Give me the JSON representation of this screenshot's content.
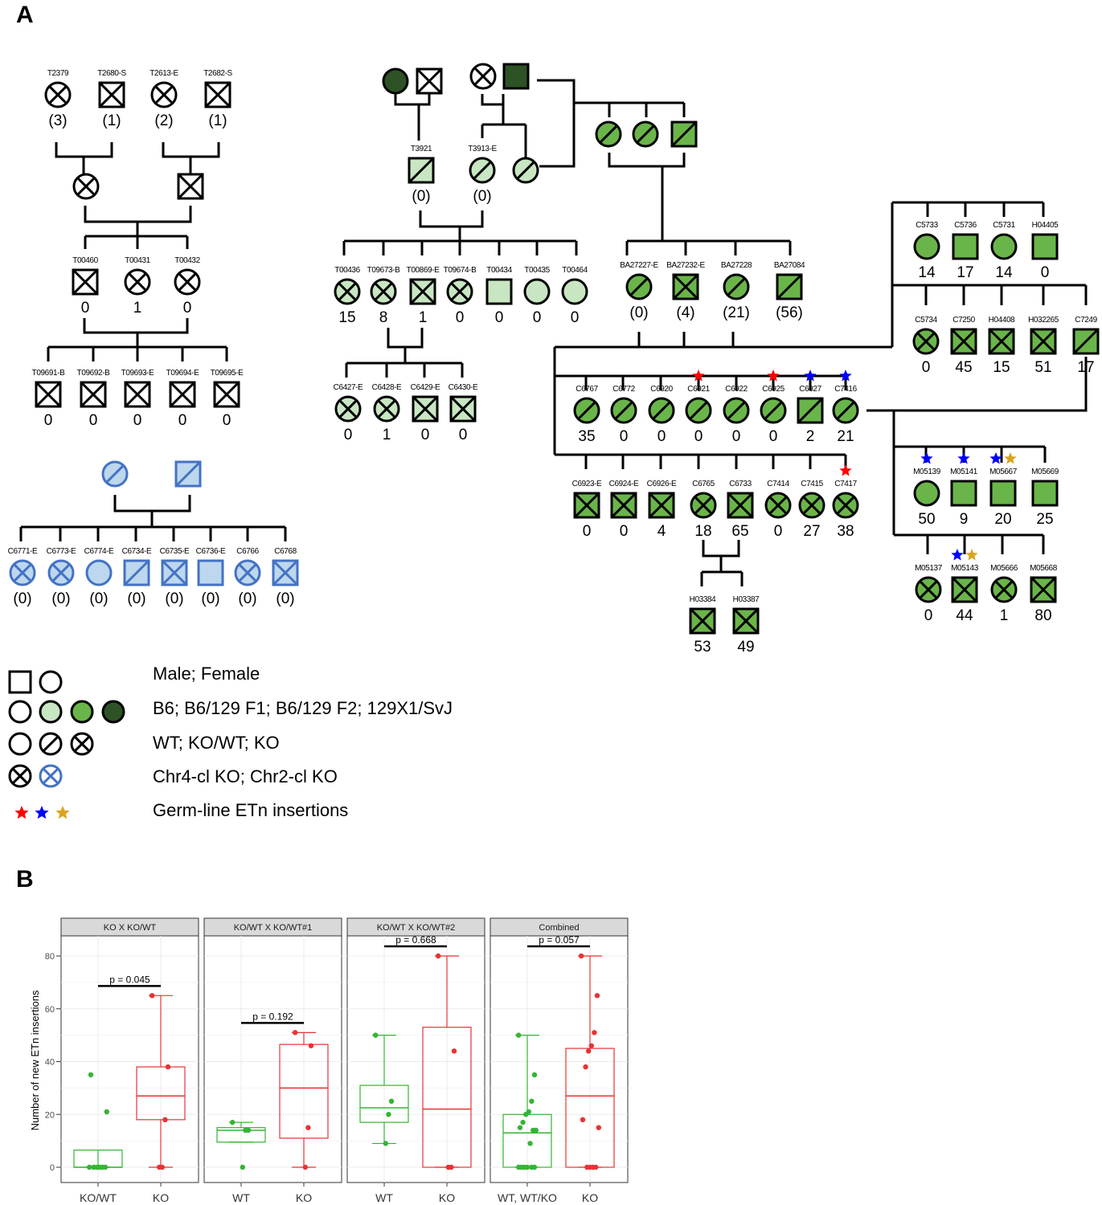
{
  "panels": {
    "a": "A",
    "b": "B"
  },
  "colors": {
    "b6": "#ffffff",
    "f1": "#c8e6c2",
    "f2": "#6ab54a",
    "sv129": "#2d5226",
    "stroke_black": "#000000",
    "stroke_blue": "#4472c4",
    "blue_fill": "#bdd7ee",
    "star_red": "#ff0000",
    "star_blue": "#0000ff",
    "star_gold": "#daa520",
    "wt_series": "#33b533",
    "ko_series": "#e83232"
  },
  "legend": {
    "sex": "Male; Female",
    "strain": "B6; B6/129 F1; B6/129 F2; 129X1/SvJ",
    "genotype": "WT; KO/WT; KO",
    "cluster": "Chr4-cl KO; Chr2-cl KO",
    "insertions": "Germ-line ETn insertions"
  },
  "pedigree_nodes": [
    {
      "id": "T2379",
      "shape": "circle",
      "fill": "b6",
      "geno": "ko",
      "count": "(3)"
    },
    {
      "id": "T2680-S",
      "shape": "square",
      "fill": "b6",
      "geno": "ko",
      "count": "(1)"
    },
    {
      "id": "T2613-E",
      "shape": "circle",
      "fill": "b6",
      "geno": "ko",
      "count": "(2)"
    },
    {
      "id": "T2682-S",
      "shape": "square",
      "fill": "b6",
      "geno": "ko",
      "count": "(1)"
    },
    {
      "id": "",
      "shape": "circle",
      "fill": "b6",
      "geno": "ko",
      "count": ""
    },
    {
      "id": "",
      "shape": "square",
      "fill": "b6",
      "geno": "ko",
      "count": ""
    },
    {
      "id": "T00460",
      "shape": "square",
      "fill": "b6",
      "geno": "ko",
      "count": "0"
    },
    {
      "id": "T00431",
      "shape": "circle",
      "fill": "b6",
      "geno": "ko",
      "count": "1"
    },
    {
      "id": "T00432",
      "shape": "circle",
      "fill": "b6",
      "geno": "ko",
      "count": "0"
    },
    {
      "id": "T09691-B",
      "shape": "square",
      "fill": "b6",
      "geno": "ko",
      "count": "0"
    },
    {
      "id": "T09692-B",
      "shape": "square",
      "fill": "b6",
      "geno": "ko",
      "count": "0"
    },
    {
      "id": "T09693-E",
      "shape": "square",
      "fill": "b6",
      "geno": "ko",
      "count": "0"
    },
    {
      "id": "T09694-E",
      "shape": "square",
      "fill": "b6",
      "geno": "ko",
      "count": "0"
    },
    {
      "id": "T09695-E",
      "shape": "square",
      "fill": "b6",
      "geno": "ko",
      "count": "0"
    },
    {
      "id": "",
      "shape": "circle",
      "fill": "blue",
      "geno": "het",
      "count": "",
      "blue": true
    },
    {
      "id": "",
      "shape": "square",
      "fill": "blue",
      "geno": "het",
      "count": "",
      "blue": true
    },
    {
      "id": "C6771-E",
      "shape": "circle",
      "fill": "blue",
      "geno": "ko",
      "count": "(0)",
      "blue": true
    },
    {
      "id": "C6773-E",
      "shape": "circle",
      "fill": "blue",
      "geno": "ko",
      "count": "(0)",
      "blue": true
    },
    {
      "id": "C6774-E",
      "shape": "circle",
      "fill": "blue",
      "geno": "wt",
      "count": "(0)",
      "blue": true
    },
    {
      "id": "C6734-E",
      "shape": "square",
      "fill": "blue",
      "geno": "het",
      "count": "(0)",
      "blue": true
    },
    {
      "id": "C6735-E",
      "shape": "square",
      "fill": "blue",
      "geno": "ko",
      "count": "(0)",
      "blue": true
    },
    {
      "id": "C6736-E",
      "shape": "square",
      "fill": "blue",
      "geno": "wt",
      "count": "(0)",
      "blue": true
    },
    {
      "id": "C6766",
      "shape": "circle",
      "fill": "blue",
      "geno": "ko",
      "count": "(0)",
      "blue": true
    },
    {
      "id": "C6768",
      "shape": "square",
      "fill": "blue",
      "geno": "ko",
      "count": "(0)",
      "blue": true
    },
    {
      "id": "",
      "shape": "circle",
      "fill": "sv129",
      "geno": "wt",
      "count": ""
    },
    {
      "id": "",
      "shape": "square",
      "fill": "b6",
      "geno": "ko",
      "count": ""
    },
    {
      "id": "",
      "shape": "circle",
      "fill": "b6",
      "geno": "ko",
      "count": ""
    },
    {
      "id": "",
      "shape": "square",
      "fill": "sv129",
      "geno": "wt",
      "count": ""
    },
    {
      "id": "T3921",
      "shape": "square",
      "fill": "f1",
      "geno": "het",
      "count": "(0)"
    },
    {
      "id": "T3913-E",
      "shape": "circle",
      "fill": "f1",
      "geno": "het",
      "count": "(0)"
    },
    {
      "id": "",
      "shape": "circle",
      "fill": "f1",
      "geno": "het",
      "count": ""
    },
    {
      "id": "",
      "shape": "circle",
      "fill": "f2",
      "geno": "het",
      "count": ""
    },
    {
      "id": "",
      "shape": "circle",
      "fill": "f2",
      "geno": "het",
      "count": ""
    },
    {
      "id": "",
      "shape": "square",
      "fill": "f2",
      "geno": "het",
      "count": ""
    },
    {
      "id": "T00436",
      "shape": "circle",
      "fill": "f1",
      "geno": "ko",
      "count": "15"
    },
    {
      "id": "T09673-B",
      "shape": "circle",
      "fill": "f1",
      "geno": "ko",
      "count": "8"
    },
    {
      "id": "T00869-E",
      "shape": "square",
      "fill": "f1",
      "geno": "ko",
      "count": "1"
    },
    {
      "id": "T09674-B",
      "shape": "circle",
      "fill": "f1",
      "geno": "ko",
      "count": "0"
    },
    {
      "id": "T00434",
      "shape": "square",
      "fill": "f1",
      "geno": "wt",
      "count": "0"
    },
    {
      "id": "T00435",
      "shape": "circle",
      "fill": "f1",
      "geno": "wt",
      "count": "0"
    },
    {
      "id": "T00464",
      "shape": "circle",
      "fill": "f1",
      "geno": "wt",
      "count": "0"
    },
    {
      "id": "C6427-E",
      "shape": "circle",
      "fill": "f1",
      "geno": "ko",
      "count": "0"
    },
    {
      "id": "C6428-E",
      "shape": "circle",
      "fill": "f1",
      "geno": "ko",
      "count": "1"
    },
    {
      "id": "C6429-E",
      "shape": "square",
      "fill": "f1",
      "geno": "ko",
      "count": "0"
    },
    {
      "id": "C6430-E",
      "shape": "square",
      "fill": "f1",
      "geno": "ko",
      "count": "0"
    },
    {
      "id": "BA27227-E",
      "shape": "circle",
      "fill": "f2",
      "geno": "het",
      "count": "(0)"
    },
    {
      "id": "BA27232-E",
      "shape": "square",
      "fill": "f2",
      "geno": "ko",
      "count": "(4)"
    },
    {
      "id": "BA27228",
      "shape": "circle",
      "fill": "f2",
      "geno": "het",
      "count": "(21)"
    },
    {
      "id": "BA27084",
      "shape": "square",
      "fill": "f2",
      "geno": "het",
      "count": "(56)"
    },
    {
      "id": "C6767",
      "shape": "circle",
      "fill": "f2",
      "geno": "het",
      "count": "35"
    },
    {
      "id": "C6772",
      "shape": "circle",
      "fill": "f2",
      "geno": "het",
      "count": "0"
    },
    {
      "id": "C6920",
      "shape": "circle",
      "fill": "f2",
      "geno": "het",
      "count": "0"
    },
    {
      "id": "C6921",
      "shape": "circle",
      "fill": "f2",
      "geno": "het",
      "count": "0",
      "stars": [
        "red"
      ]
    },
    {
      "id": "C6922",
      "shape": "circle",
      "fill": "f2",
      "geno": "het",
      "count": "0"
    },
    {
      "id": "C6925",
      "shape": "circle",
      "fill": "f2",
      "geno": "het",
      "count": "0",
      "stars": [
        "red"
      ]
    },
    {
      "id": "C6927",
      "shape": "square",
      "fill": "f2",
      "geno": "het",
      "count": "2",
      "stars": [
        "blue"
      ]
    },
    {
      "id": "C7416",
      "shape": "circle",
      "fill": "f2",
      "geno": "het",
      "count": "21",
      "stars": [
        "blue"
      ]
    },
    {
      "id": "C6923-E",
      "shape": "square",
      "fill": "f2",
      "geno": "ko",
      "count": "0"
    },
    {
      "id": "C6924-E",
      "shape": "square",
      "fill": "f2",
      "geno": "ko",
      "count": "0"
    },
    {
      "id": "C6926-E",
      "shape": "square",
      "fill": "f2",
      "geno": "ko",
      "count": "4"
    },
    {
      "id": "C6765",
      "shape": "circle",
      "fill": "f2",
      "geno": "ko",
      "count": "18"
    },
    {
      "id": "C6733",
      "shape": "square",
      "fill": "f2",
      "geno": "ko",
      "count": "65"
    },
    {
      "id": "C7414",
      "shape": "circle",
      "fill": "f2",
      "geno": "ko",
      "count": "0"
    },
    {
      "id": "C7415",
      "shape": "circle",
      "fill": "f2",
      "geno": "ko",
      "count": "27"
    },
    {
      "id": "C7417",
      "shape": "circle",
      "fill": "f2",
      "geno": "ko",
      "count": "38",
      "stars": [
        "red"
      ]
    },
    {
      "id": "H03384",
      "shape": "square",
      "fill": "f2",
      "geno": "ko",
      "count": "53"
    },
    {
      "id": "H03387",
      "shape": "square",
      "fill": "f2",
      "geno": "ko",
      "count": "49"
    },
    {
      "id": "C5733",
      "shape": "circle",
      "fill": "f2",
      "geno": "wt",
      "count": "14"
    },
    {
      "id": "C5736",
      "shape": "square",
      "fill": "f2",
      "geno": "wt",
      "count": "17"
    },
    {
      "id": "C5731",
      "shape": "circle",
      "fill": "f2",
      "geno": "wt",
      "count": "14"
    },
    {
      "id": "H04405",
      "shape": "square",
      "fill": "f2",
      "geno": "wt",
      "count": "0"
    },
    {
      "id": "C5734",
      "shape": "circle",
      "fill": "f2",
      "geno": "ko",
      "count": "0"
    },
    {
      "id": "C7250",
      "shape": "square",
      "fill": "f2",
      "geno": "ko",
      "count": "45"
    },
    {
      "id": "H04408",
      "shape": "square",
      "fill": "f2",
      "geno": "ko",
      "count": "15"
    },
    {
      "id": "H032265",
      "shape": "square",
      "fill": "f2",
      "geno": "ko",
      "count": "51"
    },
    {
      "id": "C7249",
      "shape": "square",
      "fill": "f2",
      "geno": "het",
      "count": "17"
    },
    {
      "id": "M05139",
      "shape": "circle",
      "fill": "f2",
      "geno": "wt",
      "count": "50",
      "stars": [
        "blue"
      ]
    },
    {
      "id": "M05141",
      "shape": "square",
      "fill": "f2",
      "geno": "wt",
      "count": "9",
      "stars": [
        "blue"
      ]
    },
    {
      "id": "M05667",
      "shape": "square",
      "fill": "f2",
      "geno": "wt",
      "count": "20",
      "stars": [
        "blue",
        "gold"
      ]
    },
    {
      "id": "M05669",
      "shape": "square",
      "fill": "f2",
      "geno": "wt",
      "count": "25"
    },
    {
      "id": "M05137",
      "shape": "circle",
      "fill": "f2",
      "geno": "ko",
      "count": "0"
    },
    {
      "id": "M05143",
      "shape": "square",
      "fill": "f2",
      "geno": "ko",
      "count": "44",
      "stars": [
        "blue",
        "gold"
      ]
    },
    {
      "id": "M05666",
      "shape": "circle",
      "fill": "f2",
      "geno": "ko",
      "count": "1"
    },
    {
      "id": "M05668",
      "shape": "square",
      "fill": "f2",
      "geno": "ko",
      "count": "80"
    }
  ],
  "chart_data": {
    "type": "box",
    "ylabel": "Number of new ETn insertions",
    "ylim": [
      0,
      85
    ],
    "yticks": [
      "0",
      "20",
      "40",
      "60",
      "80"
    ],
    "grid": true,
    "facets": [
      {
        "title": "KO X KO/WT",
        "pvalue": "p = 0.045",
        "groups": [
          {
            "label": "KO/WT",
            "color": "green",
            "q1": 0,
            "median": 0,
            "q3": 6.5,
            "whisker_low": 0,
            "whisker_high": 0,
            "points": [
              0,
              0,
              0,
              0,
              0,
              0,
              35,
              21
            ]
          },
          {
            "label": "KO",
            "color": "red",
            "q1": 18,
            "median": 27,
            "q3": 38,
            "whisker_low": 0,
            "whisker_high": 65,
            "points": [
              65,
              38,
              18,
              0,
              0
            ]
          }
        ]
      },
      {
        "title": "KO/WT X KO/WT#1",
        "pvalue": "p = 0.192",
        "groups": [
          {
            "label": "WT",
            "color": "green",
            "q1": 9.5,
            "median": 14,
            "q3": 15,
            "whisker_low": 9.5,
            "whisker_high": 17,
            "points": [
              17,
              14,
              14,
              0
            ]
          },
          {
            "label": "KO",
            "color": "red",
            "q1": 11,
            "median": 30,
            "q3": 46.5,
            "whisker_low": 0,
            "whisker_high": 51,
            "points": [
              51,
              46,
              15,
              0
            ]
          }
        ]
      },
      {
        "title": "KO/WT X KO/WT#2",
        "pvalue": "p = 0.668",
        "groups": [
          {
            "label": "WT",
            "color": "green",
            "q1": 17,
            "median": 22.5,
            "q3": 31,
            "whisker_low": 9,
            "whisker_high": 50,
            "points": [
              50,
              25,
              20,
              9
            ]
          },
          {
            "label": "KO",
            "color": "red",
            "q1": 0,
            "median": 22,
            "q3": 53,
            "whisker_low": 0,
            "whisker_high": 80,
            "points": [
              80,
              44,
              0,
              0
            ]
          }
        ]
      },
      {
        "title": "Combined",
        "pvalue": "p = 0.057",
        "groups": [
          {
            "label": "WT, WT/KO",
            "color": "green",
            "q1": 0,
            "median": 13,
            "q3": 20,
            "whisker_low": 0,
            "whisker_high": 50,
            "points": [
              50,
              35,
              25,
              21,
              20,
              17,
              15,
              14,
              14,
              9,
              0,
              0,
              0,
              0,
              0,
              0
            ]
          },
          {
            "label": "KO",
            "color": "red",
            "q1": 0,
            "median": 27,
            "q3": 45,
            "whisker_low": 0,
            "whisker_high": 80,
            "points": [
              80,
              65,
              51,
              46,
              44,
              38,
              18,
              15,
              0,
              0,
              0,
              0
            ]
          }
        ]
      }
    ]
  }
}
